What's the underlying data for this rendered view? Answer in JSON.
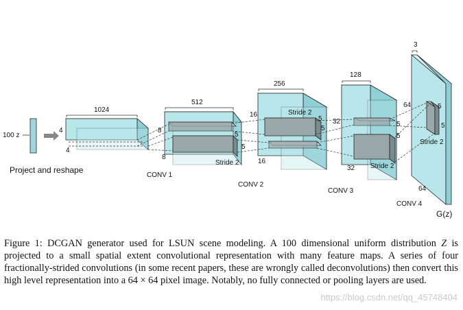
{
  "figure": {
    "input": {
      "label": "100 z",
      "caption": "Project and reshape"
    },
    "blocks": [
      {
        "top": "1024",
        "left": "4",
        "bottom_left": "4"
      },
      {
        "top": "512",
        "depth_top": "8",
        "depth_bottom": "8",
        "kernel_top": "5",
        "kernel_bottom": "5",
        "stride": "Stride 2",
        "name": "CONV 1"
      },
      {
        "top": "256",
        "depth_top": "16",
        "depth_bottom": "16",
        "kernel_top": "5",
        "kernel_bottom": "5",
        "stride": "Stride 2",
        "name": "CONV 2"
      },
      {
        "top": "128",
        "depth_top": "32",
        "depth_bottom": "32",
        "kernel_top": "5",
        "kernel_bottom": "5",
        "stride": "Stride 2",
        "name": "CONV 3"
      },
      {
        "top": "3",
        "depth_top": "64",
        "depth_bottom": "64",
        "kernel_top": "5",
        "kernel_bottom": "5",
        "stride": "Stride 2",
        "name": "CONV 4",
        "output": "G(z)"
      }
    ]
  },
  "caption": {
    "prefix": "Figure 1: DCGAN generator used for LSUN scene modeling. A 100 dimensional uniform distribution ",
    "z": "Z",
    "middle": " is projected to a small spatial extent convolutional representation with many feature maps. A series of four fractionally-strided convolutions (in some recent papers, these are wrongly called deconvolutions) then convert this high level representation into a ",
    "dims": "64 × 64",
    "suffix": " pixel image. Notably, no fully connected or pooling layers are used."
  },
  "watermark": "https://blog.csdn.net/qq_45748404"
}
